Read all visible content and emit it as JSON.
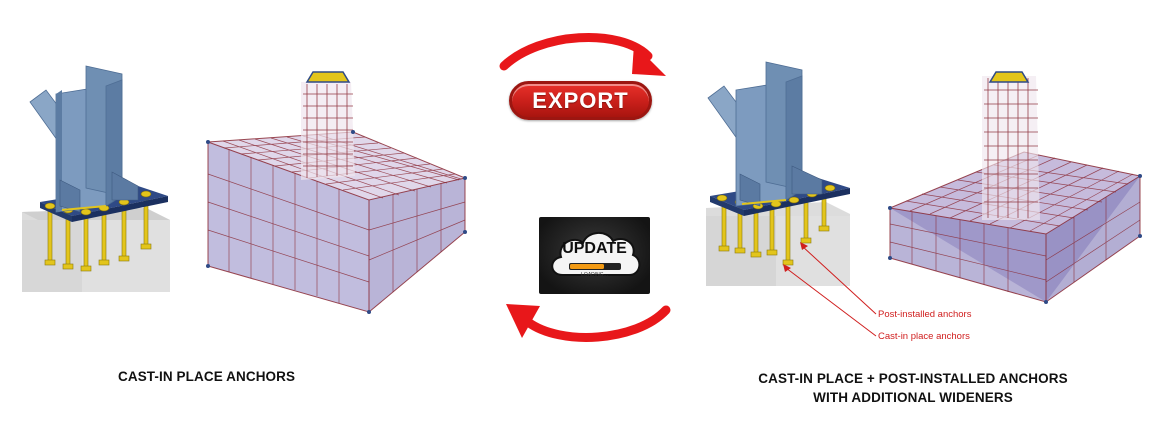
{
  "captions": {
    "left": "CAST-IN PLACE ANCHORS",
    "right_line1": "CAST-IN PLACE + POST-INSTALLED ANCHORS",
    "right_line2": "WITH ADDITIONAL WIDENERS"
  },
  "annotations": {
    "post_installed": "Post-installed anchors",
    "cast_in_place": "Cast-in place anchors"
  },
  "export_button": {
    "label": "EXPORT"
  },
  "update_badge": {
    "label": "UPDATE",
    "sub": "LOADING..."
  },
  "colors": {
    "arrow_red": "#e8171a",
    "steel_blue": "#6f8fb3",
    "rebar": "#8a2a35",
    "concrete": "#d6d6d6",
    "anchor_yellow": "#e3c51b"
  },
  "icons": {
    "export_arrow": "curved-arrow-right-icon",
    "update_arrow": "curved-arrow-left-icon",
    "update_cloud": "cloud-icon"
  }
}
